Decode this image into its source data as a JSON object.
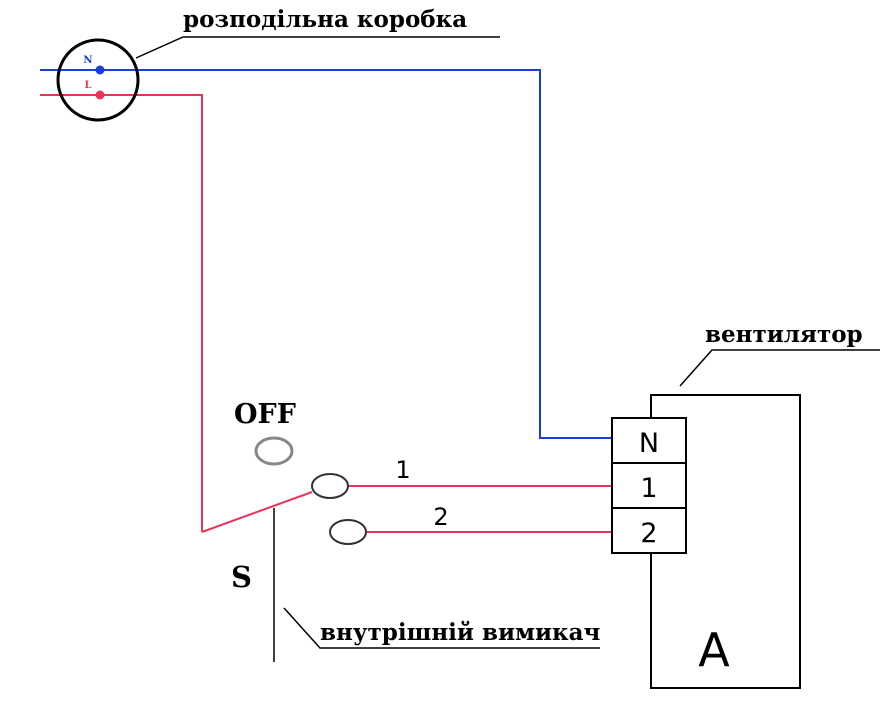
{
  "labels": {
    "junction_box": "розподільна коробка",
    "fan": "вентилятор",
    "internal_switch": "внутрішній вимикач",
    "switch_symbol": "S",
    "off": "OFF",
    "wire_1": "1",
    "wire_2": "2"
  },
  "junction_box": {
    "terminal_n": "N",
    "terminal_l": "L"
  },
  "fan": {
    "terminals": [
      "N",
      "1",
      "2"
    ],
    "body_label": "A"
  },
  "colors": {
    "neutral": "#1a3fd6",
    "live": "#e8345a",
    "outline": "#000000",
    "contact": "#333333",
    "contact_off": "#888888"
  }
}
